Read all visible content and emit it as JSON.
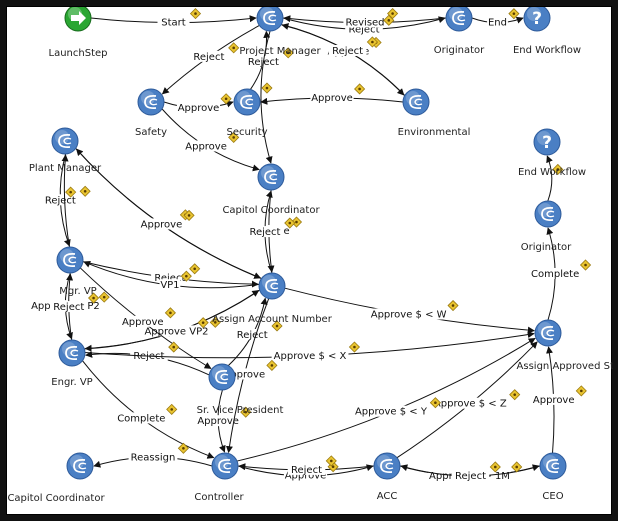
{
  "colors": {
    "node": "#4a7fc4",
    "node_dark": "#2d5a9a",
    "start": "#2aa632",
    "edge": "#111111",
    "badge": "#e9c431",
    "background": "#ffffff",
    "frame": "#111111"
  },
  "nodes": [
    {
      "id": "launch",
      "label": "LaunchStep",
      "icon": "start-arrow-icon"
    },
    {
      "id": "pm",
      "label": "Project Manager",
      "icon": "step-icon"
    },
    {
      "id": "orig1",
      "label": "Originator",
      "icon": "step-icon"
    },
    {
      "id": "endwf1",
      "label": "End Workflow",
      "icon": "question-icon"
    },
    {
      "id": "safety",
      "label": "Safety",
      "icon": "step-icon"
    },
    {
      "id": "security",
      "label": "Security",
      "icon": "step-icon"
    },
    {
      "id": "env",
      "label": "Environmental",
      "icon": "step-icon"
    },
    {
      "id": "plant",
      "label": "Plant Manager",
      "icon": "step-icon"
    },
    {
      "id": "capcoord1",
      "label": "Capitol Coordinator",
      "icon": "step-icon"
    },
    {
      "id": "endwf2",
      "label": "End Workflow",
      "icon": "question-icon"
    },
    {
      "id": "orig2",
      "label": "Originator",
      "icon": "step-icon"
    },
    {
      "id": "mgr",
      "label": "Mgr. VP",
      "icon": "step-icon"
    },
    {
      "id": "assign",
      "label": "Assign Account Number",
      "icon": "step-icon"
    },
    {
      "id": "status",
      "label": "Assign Approved Status",
      "icon": "step-icon"
    },
    {
      "id": "engr",
      "label": "Engr. VP",
      "icon": "step-icon"
    },
    {
      "id": "svp",
      "label": "Sr. Vice President",
      "icon": "step-icon"
    },
    {
      "id": "capcoord2",
      "label": "Capitol Coordinator",
      "icon": "step-icon"
    },
    {
      "id": "controller",
      "label": "Controller",
      "icon": "step-icon"
    },
    {
      "id": "acc",
      "label": "ACC",
      "icon": "step-icon"
    },
    {
      "id": "ceo",
      "label": "CEO",
      "icon": "step-icon"
    }
  ],
  "edges": [
    {
      "from": "launch",
      "to": "pm",
      "label": "Start"
    },
    {
      "from": "pm",
      "to": "orig1",
      "label": "Reject"
    },
    {
      "from": "orig1",
      "to": "endwf1",
      "label": "End"
    },
    {
      "from": "orig1",
      "to": "pm",
      "label": "Revised"
    },
    {
      "from": "env",
      "to": "pm",
      "label": "Approve"
    },
    {
      "from": "pm",
      "to": "env",
      "label": "Reject"
    },
    {
      "from": "pm",
      "to": "safety",
      "label": "Reject"
    },
    {
      "from": "security",
      "to": "pm",
      "label": "Reject"
    },
    {
      "from": "safety",
      "to": "security",
      "label": "Approve"
    },
    {
      "from": "env",
      "to": "security",
      "label": "Approve"
    },
    {
      "from": "safety",
      "to": "capcoord1",
      "label": "Approve"
    },
    {
      "from": "pm",
      "to": "capcoord1",
      "label": ""
    },
    {
      "from": "capcoord1",
      "to": "assign",
      "label": "Approve"
    },
    {
      "from": "assign",
      "to": "capcoord1",
      "label": "Reject"
    },
    {
      "from": "plant",
      "to": "mgr",
      "label": "Reject"
    },
    {
      "from": "mgr",
      "to": "plant",
      "label": ""
    },
    {
      "from": "plant",
      "to": "assign",
      "label": "Reject"
    },
    {
      "from": "assign",
      "to": "plant",
      "label": "Approve"
    },
    {
      "from": "mgr",
      "to": "assign",
      "label": "Reject"
    },
    {
      "from": "assign",
      "to": "mgr",
      "label": "VP1"
    },
    {
      "from": "mgr",
      "to": "engr",
      "label": "Approve&VP2"
    },
    {
      "from": "engr",
      "to": "mgr",
      "label": "Reject"
    },
    {
      "from": "engr",
      "to": "assign",
      "label": "Approve"
    },
    {
      "from": "assign",
      "to": "engr",
      "label": "Approve VP2"
    },
    {
      "from": "mgr",
      "to": "svp",
      "label": "Approve"
    },
    {
      "from": "svp",
      "to": "engr",
      "label": "Reject"
    },
    {
      "from": "svp",
      "to": "assign",
      "label": "Reject"
    },
    {
      "from": "assign",
      "to": "status",
      "label": "Approve $ < W"
    },
    {
      "from": "engr",
      "to": "status",
      "label": "Approve $ < X"
    },
    {
      "from": "svp",
      "to": "controller",
      "label": "Approve"
    },
    {
      "from": "assign",
      "to": "controller",
      "label": "Approve"
    },
    {
      "from": "engr",
      "to": "controller",
      "label": "Complete"
    },
    {
      "from": "controller",
      "to": "status",
      "label": "Approve $ < Y"
    },
    {
      "from": "acc",
      "to": "status",
      "label": "Approve $ < Z"
    },
    {
      "from": "controller",
      "to": "capcoord2",
      "label": "Reassign"
    },
    {
      "from": "controller",
      "to": "acc",
      "label": "Approve"
    },
    {
      "from": "acc",
      "to": "controller",
      "label": "Reject"
    },
    {
      "from": "acc",
      "to": "ceo",
      "label": "Approve $ > 1M"
    },
    {
      "from": "ceo",
      "to": "acc",
      "label": "Reject"
    },
    {
      "from": "ceo",
      "to": "status",
      "label": "Approve"
    },
    {
      "from": "status",
      "to": "orig2",
      "label": "Complete"
    },
    {
      "from": "orig2",
      "to": "endwf2",
      "label": ""
    }
  ]
}
